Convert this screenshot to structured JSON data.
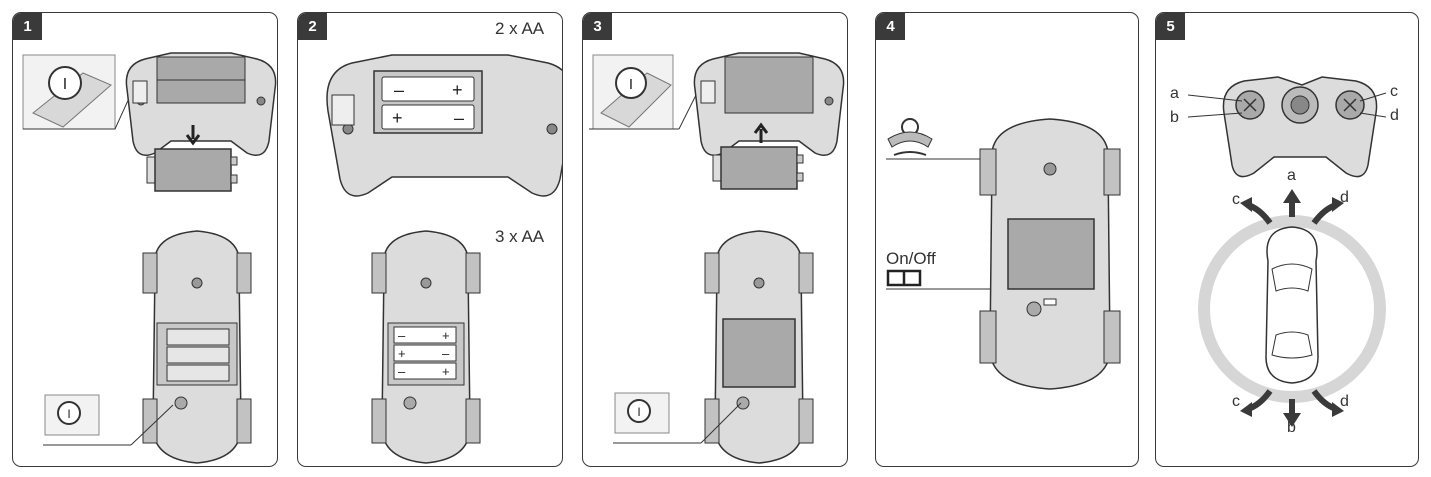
{
  "steps": [
    {
      "number": "1"
    },
    {
      "number": "2",
      "top_label": "2 x AA",
      "bottom_label": "3 x AA"
    },
    {
      "number": "3"
    },
    {
      "number": "4",
      "switch_label": "On/Off"
    },
    {
      "number": "5",
      "labels": [
        "a",
        "b",
        "c",
        "d"
      ]
    }
  ],
  "colors": {
    "border": "#3a3a3a",
    "gray_fill": "#a9a9a9",
    "light_fill": "#dcdcdc",
    "ring": "#d6d6d6"
  }
}
